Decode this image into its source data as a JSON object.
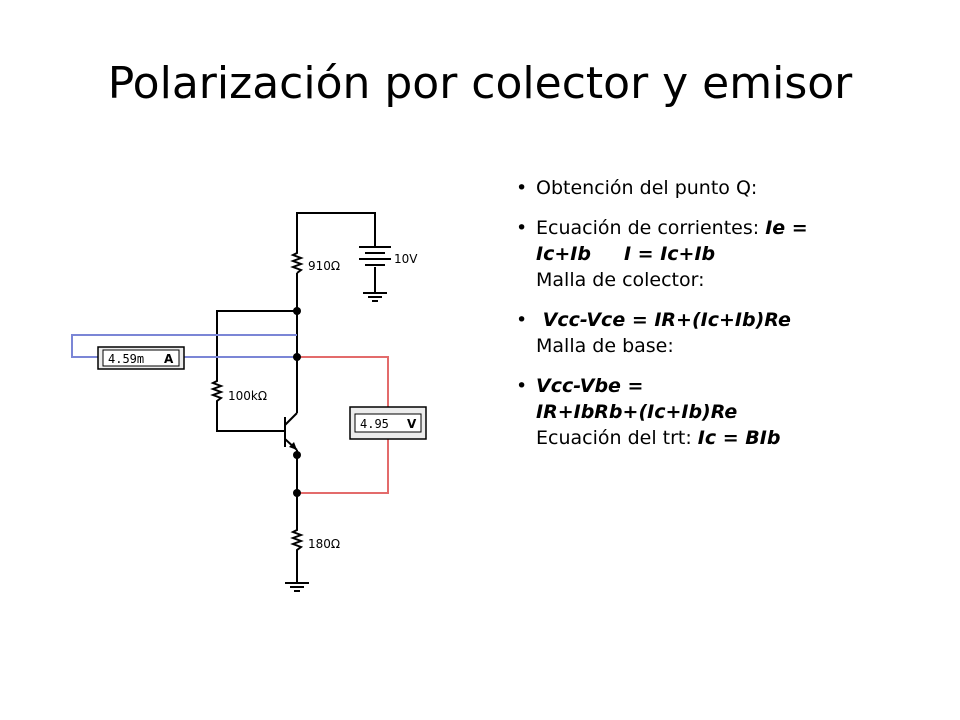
{
  "slide": {
    "title": "Polarización por colector y emisor"
  },
  "circuit": {
    "r_collector": "910Ω",
    "battery": "10V",
    "ammeter_reading": "4.59m",
    "ammeter_unit": "A",
    "r_base": "100kΩ",
    "voltmeter_reading": "4.95",
    "voltmeter_unit": "V",
    "r_emitter": "180Ω",
    "colors": {
      "wire": "#000000",
      "ammeter_wire": "#7b86d6",
      "voltmeter_wire": "#e36b6b"
    }
  },
  "bullets": {
    "b1": {
      "text": "Obtención del punto Q:"
    },
    "b2": {
      "prefix": "Ecuación de corrientes: ",
      "eq1": "Ie =",
      "eq2": "Ic+Ib     I = Ic+Ib",
      "line3": "Malla de colector:"
    },
    "b3": {
      "eq": " Vcc-Vce = IR+(Ic+Ib)Re",
      "line2": "Malla de base:"
    },
    "b4": {
      "eq1": "Vcc-Vbe =",
      "eq2": "IR+IbRb+(Ic+Ib)Re",
      "line3_prefix": "Ecuación del trt: ",
      "line3_eq": "Ic = BIb"
    }
  }
}
